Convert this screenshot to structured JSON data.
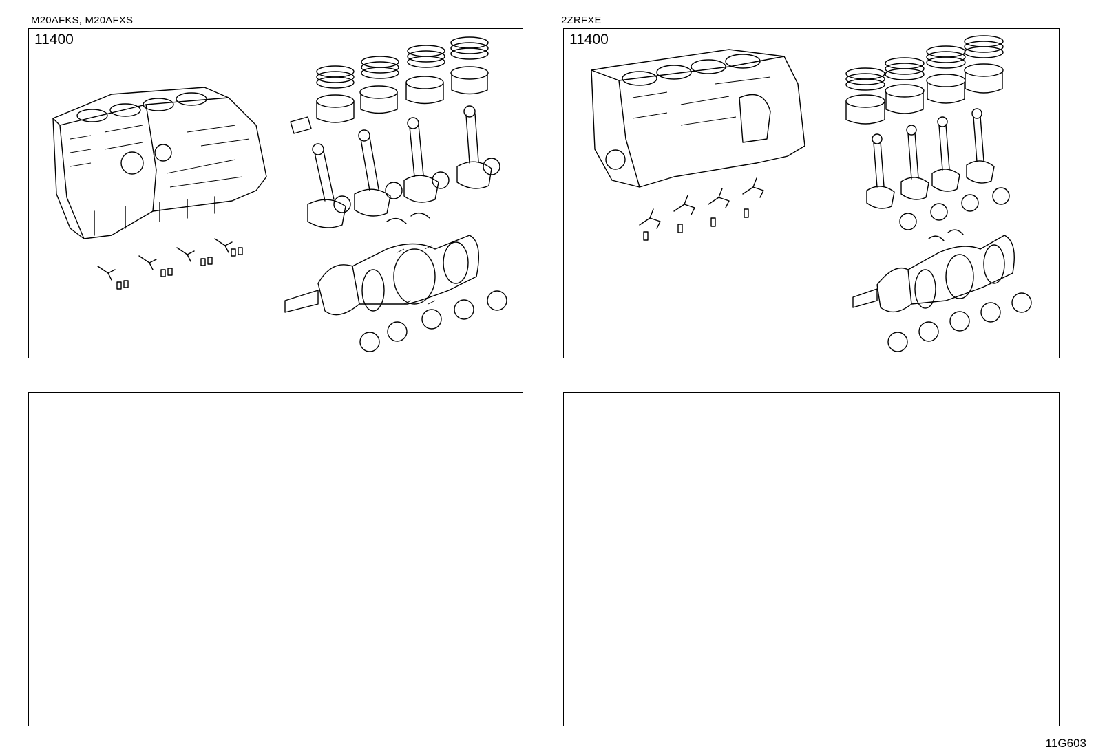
{
  "panels": [
    {
      "caption": "M20AFKS, M20AFXS",
      "part_number": "11400",
      "illustration": "short-block-m20a"
    },
    {
      "caption": "2ZRFXE",
      "part_number": "11400",
      "illustration": "short-block-2zr"
    },
    {
      "caption": "",
      "part_number": "",
      "illustration": ""
    },
    {
      "caption": "",
      "part_number": "",
      "illustration": ""
    }
  ],
  "figure_code": "11G603"
}
